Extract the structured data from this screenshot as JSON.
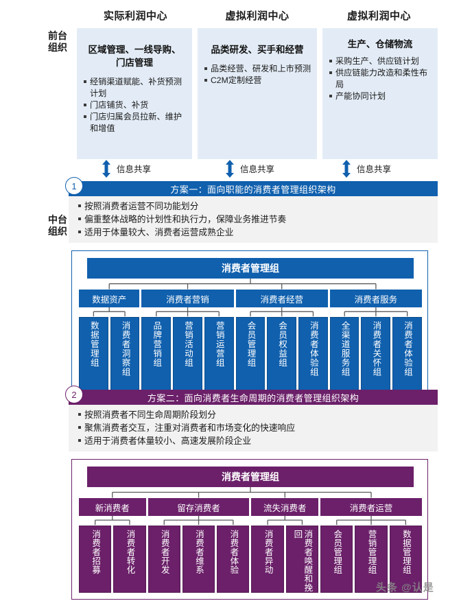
{
  "front": {
    "side_label": "前台\n组织",
    "side_label_l1": "前台",
    "side_label_l2": "组织",
    "columns": [
      {
        "center_title": "实际利润中心",
        "head": "区域管理、一线导购、门店管理",
        "items": [
          "经销渠道赋能、补货预测计划",
          "门店铺货、补货",
          "门店归属会员拉新、维护和增值"
        ],
        "share_label": "信息共享"
      },
      {
        "center_title": "虚拟利润中心",
        "head": "品类研发、买手和经营",
        "items": [
          "品类经营、研发和上市预测",
          "C2M定制经营"
        ],
        "share_label": "信息共享"
      },
      {
        "center_title": "虚拟利润中心",
        "head": "生产、仓储物流",
        "items": [
          "采购生产、供应链计划",
          "供应链能力改造和柔性布局",
          "产能协同计划"
        ],
        "share_label": "信息共享"
      }
    ]
  },
  "middle": {
    "side_label_l1": "中台",
    "side_label_l2": "组织"
  },
  "sections": [
    {
      "number": "1",
      "accent": "#1060ae",
      "banner": "方案一：面向职能的消费者管理组织架构",
      "bullets": [
        "按照消费者运营不同功能划分",
        "偏重整体战略的计划性和执行力，保障业务推进节奏",
        "适用于体量较大、消费者运营成熟企业"
      ],
      "chart": {
        "root": "消费者管理组",
        "groups": [
          {
            "label": "数据资产",
            "width": 95,
            "children": [
              "数据管理组",
              "消费者洞察组"
            ]
          },
          {
            "label": "消费者营销",
            "width": 135,
            "children": [
              "品牌营销组",
              "营销活动组",
              "营销运营组"
            ]
          },
          {
            "label": "消费者经营",
            "width": 135,
            "children": [
              "会员管理组",
              "会员权益组",
              "消费者体验组"
            ]
          },
          {
            "label": "消费者服务",
            "width": 132,
            "children": [
              "全渠道服务组",
              "消费者关怀组",
              "消费者体验组"
            ]
          }
        ]
      }
    },
    {
      "number": "2",
      "accent": "#6b2069",
      "banner": "方案二：面向消费者生命周期的消费者管理组织架构",
      "bullets": [
        "按照消费者不同生命周期阶段划分",
        "聚焦消费者交互，注重对消费者和市场变化的快速响应",
        "适用于消费者体量较小、高速发展阶段企业"
      ],
      "chart": {
        "root": "消费者管理组",
        "groups": [
          {
            "label": "新消费者",
            "width": 95,
            "children": [
              "消费者招募",
              "消费者转化"
            ]
          },
          {
            "label": "留存消费者",
            "width": 142,
            "children": [
              "消费者开发",
              "消费者维系",
              "消费者体验"
            ]
          },
          {
            "label": "流失消费者",
            "width": 95,
            "children": [
              "消费者异动",
              "消费者唤醒和挽回"
            ]
          },
          {
            "label": "消费者运营",
            "width": 160,
            "children": [
              "会员管理组",
              "营销管理组",
              "数据管理组"
            ]
          }
        ]
      }
    }
  ],
  "watermark": "头条 @认是"
}
